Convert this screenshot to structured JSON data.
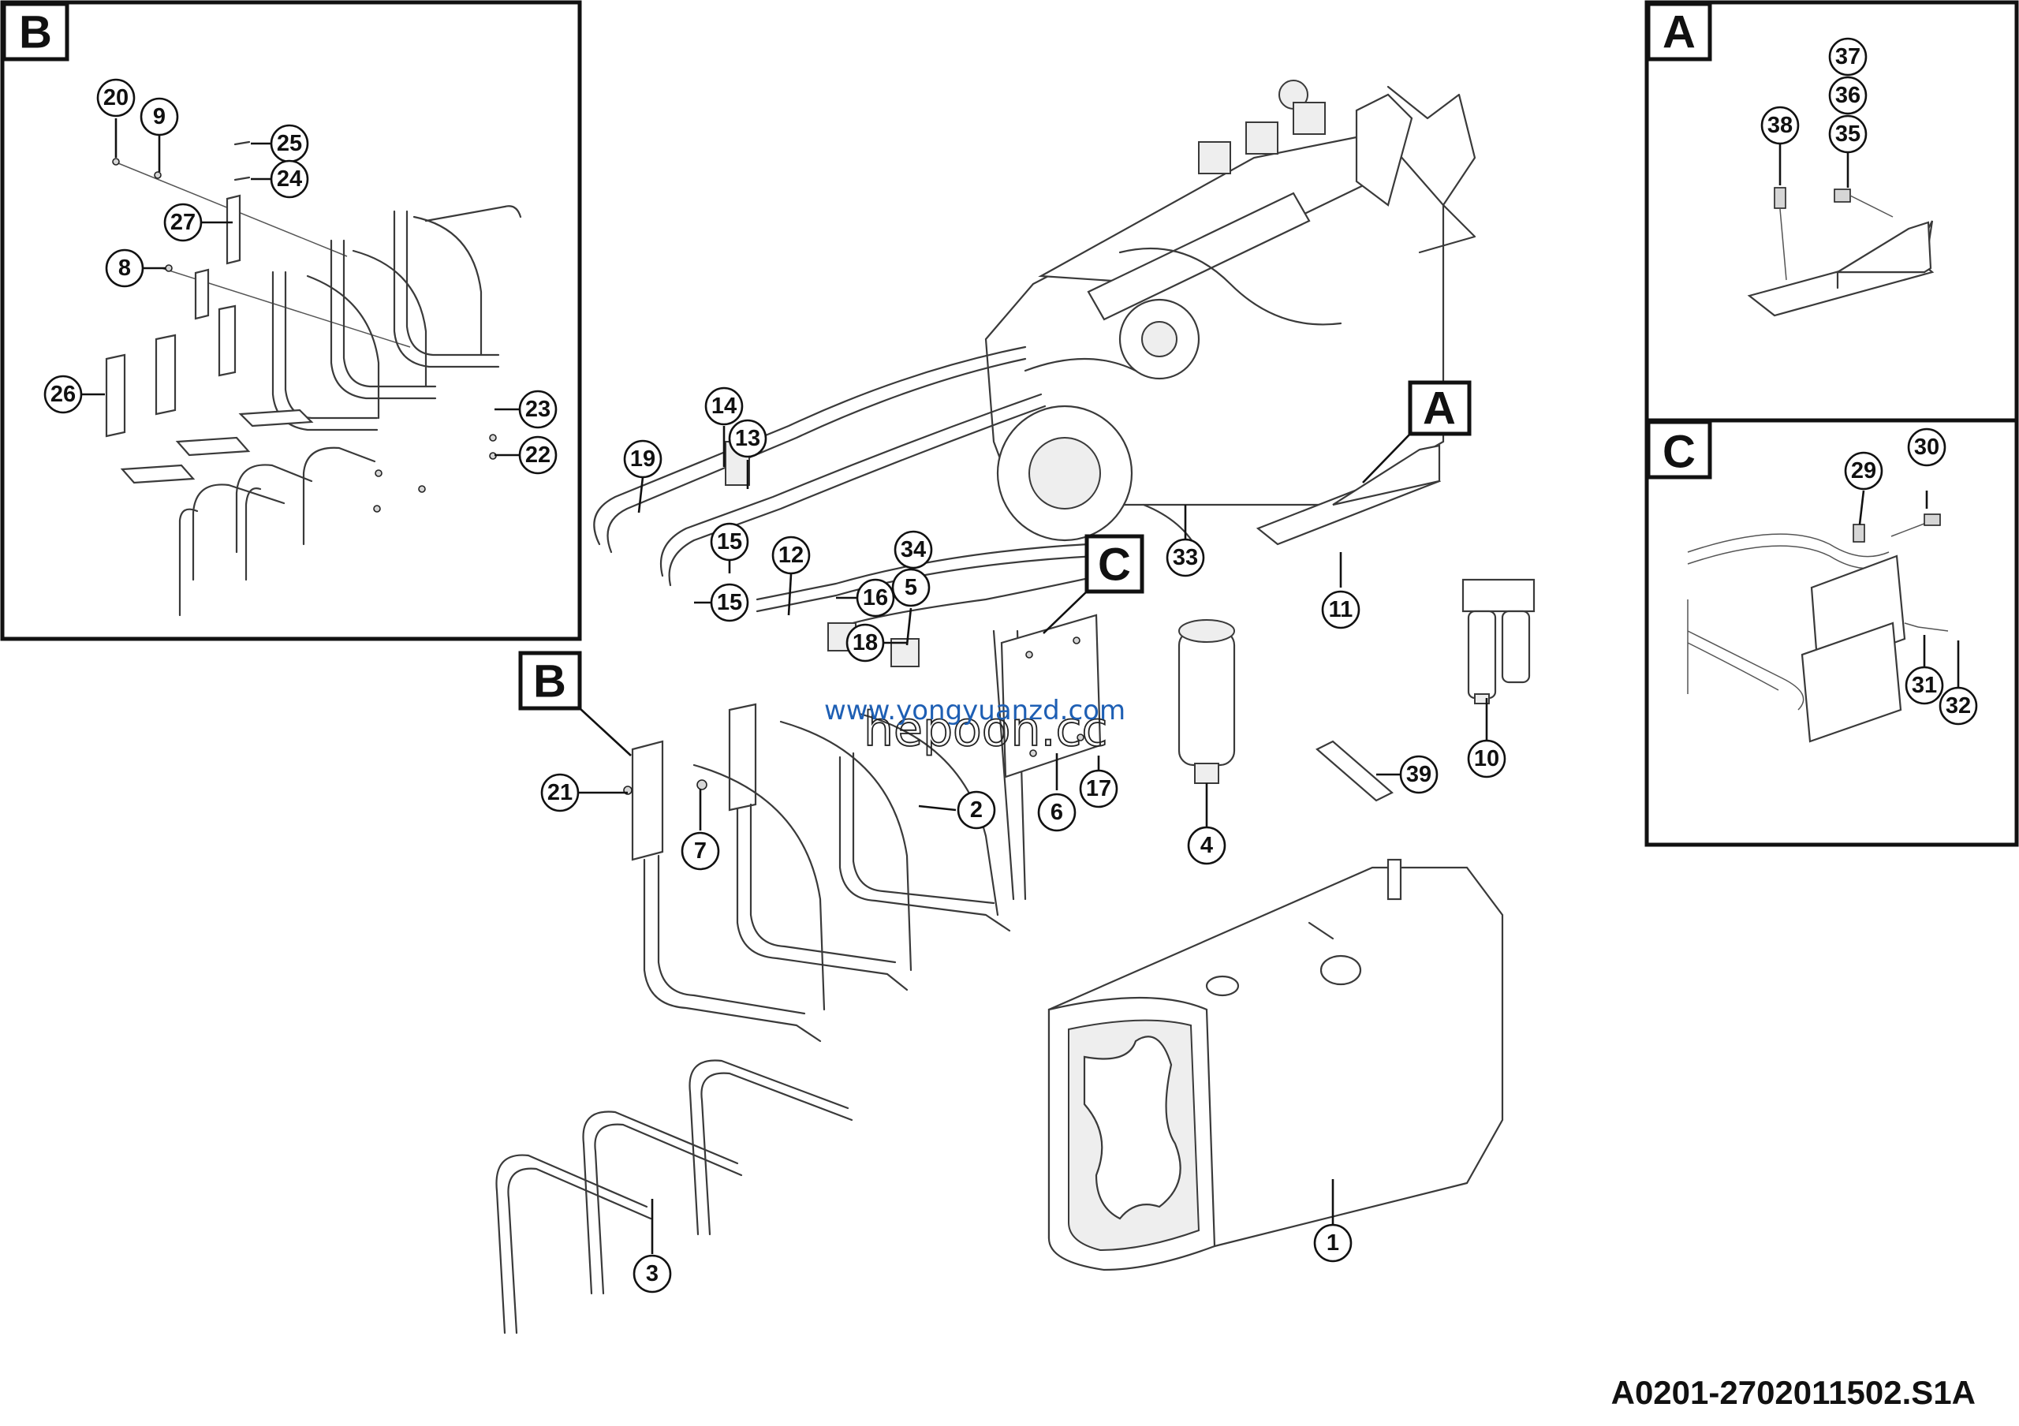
{
  "drawing_code": "A0201-2702011502.S1A",
  "watermarks": {
    "url": "www.yongyuanzd.com",
    "site": "hepoon.cc"
  },
  "view_tags": {
    "detail_b": "B",
    "detail_a": "A",
    "detail_c": "C",
    "main_b": "B",
    "main_a": "A",
    "main_c": "C"
  },
  "callouts": {
    "main": [
      "1",
      "2",
      "3",
      "4",
      "5",
      "6",
      "7",
      "10",
      "11",
      "12",
      "13",
      "14",
      "15",
      "15",
      "16",
      "17",
      "18",
      "19",
      "21",
      "33",
      "34",
      "39"
    ],
    "detail_b": [
      "20",
      "9",
      "25",
      "24",
      "27",
      "8",
      "26",
      "23",
      "22"
    ],
    "detail_a": [
      "37",
      "36",
      "35",
      "38"
    ],
    "detail_c": [
      "30",
      "29",
      "31",
      "32"
    ]
  }
}
